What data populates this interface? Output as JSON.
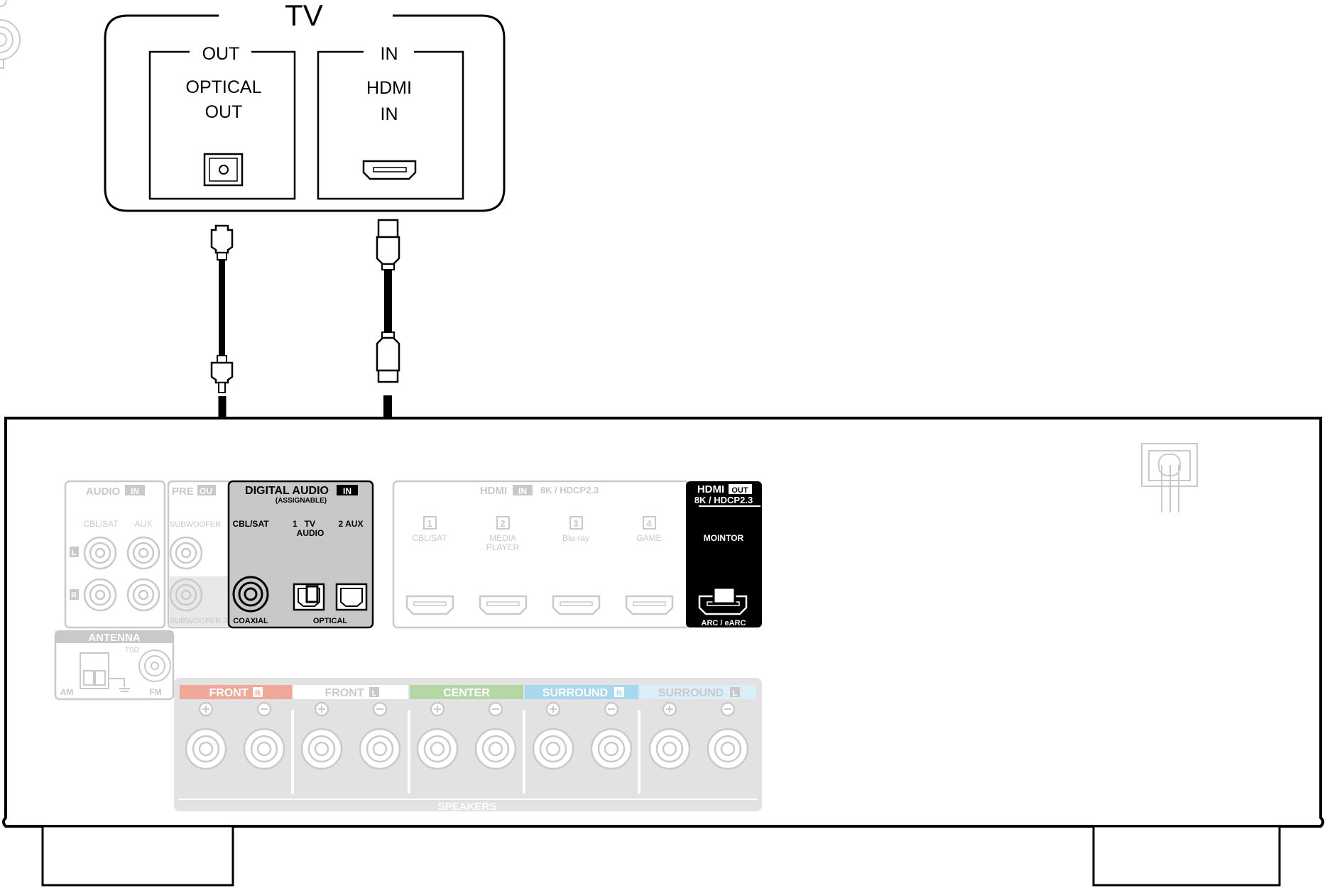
{
  "tv": {
    "title": "TV",
    "out_label": "OUT",
    "optical_line1": "OPTICAL",
    "optical_line2": "OUT",
    "in_label": "IN",
    "hdmi_line1": "HDMI",
    "hdmi_line2": "IN"
  },
  "receiver": {
    "audio_in": {
      "title": "AUDIO",
      "badge": "IN",
      "col1": "CBL/SAT",
      "col2": "AUX",
      "left": "L",
      "right": "R"
    },
    "pre_out": {
      "title": "PRE",
      "badge": "OU",
      "sub1": "SUBWOOFER",
      "sub2": "SUBWOOFER 2"
    },
    "digital_audio": {
      "title": "DIGITAL AUDIO",
      "badge": "IN",
      "sub": "(ASSIGNABLE)",
      "col1": "CBL/SAT",
      "col2a": "1   TV",
      "col2b": "AUDIO",
      "col3": "2 AUX",
      "coaxial": "COAXIAL",
      "optical": "OPTICAL"
    },
    "hdmi_in": {
      "title": "HDMI",
      "badge": "IN",
      "spec": "8K / HDCP2.3",
      "inputs": [
        {
          "num": "1",
          "line1": "CBL/SAT",
          "line2": ""
        },
        {
          "num": "2",
          "line1": "MEDIA",
          "line2": "PLAYER"
        },
        {
          "num": "3",
          "line1": "Blu-ray",
          "line2": ""
        },
        {
          "num": "4",
          "line1": "GAME",
          "line2": ""
        }
      ]
    },
    "hdmi_out": {
      "title": "HDMI",
      "badge": "OUT",
      "spec": "8K / HDCP2.3",
      "monitor": "MOINTOR",
      "arc": "ARC / eARC"
    },
    "antenna": {
      "title": "ANTENNA",
      "ohm": "75Ω",
      "am": "AM",
      "fm": "FM"
    },
    "speakers": {
      "title": "SPEAKERS",
      "channels": [
        {
          "name": "FRONT",
          "side": "R",
          "color": "#f0a898"
        },
        {
          "name": "FRONT",
          "side": "L",
          "color": "#ffffff"
        },
        {
          "name": "CENTER",
          "side": "",
          "color": "#b5d6a5"
        },
        {
          "name": "SURROUND",
          "side": "R",
          "color": "#a8d8f0"
        },
        {
          "name": "SURROUND",
          "side": "L",
          "color": "#dceef8"
        }
      ]
    }
  },
  "colors": {
    "cable": "#000000",
    "faded": "#c9c9c9",
    "panel_active": "#c8c8c8"
  }
}
